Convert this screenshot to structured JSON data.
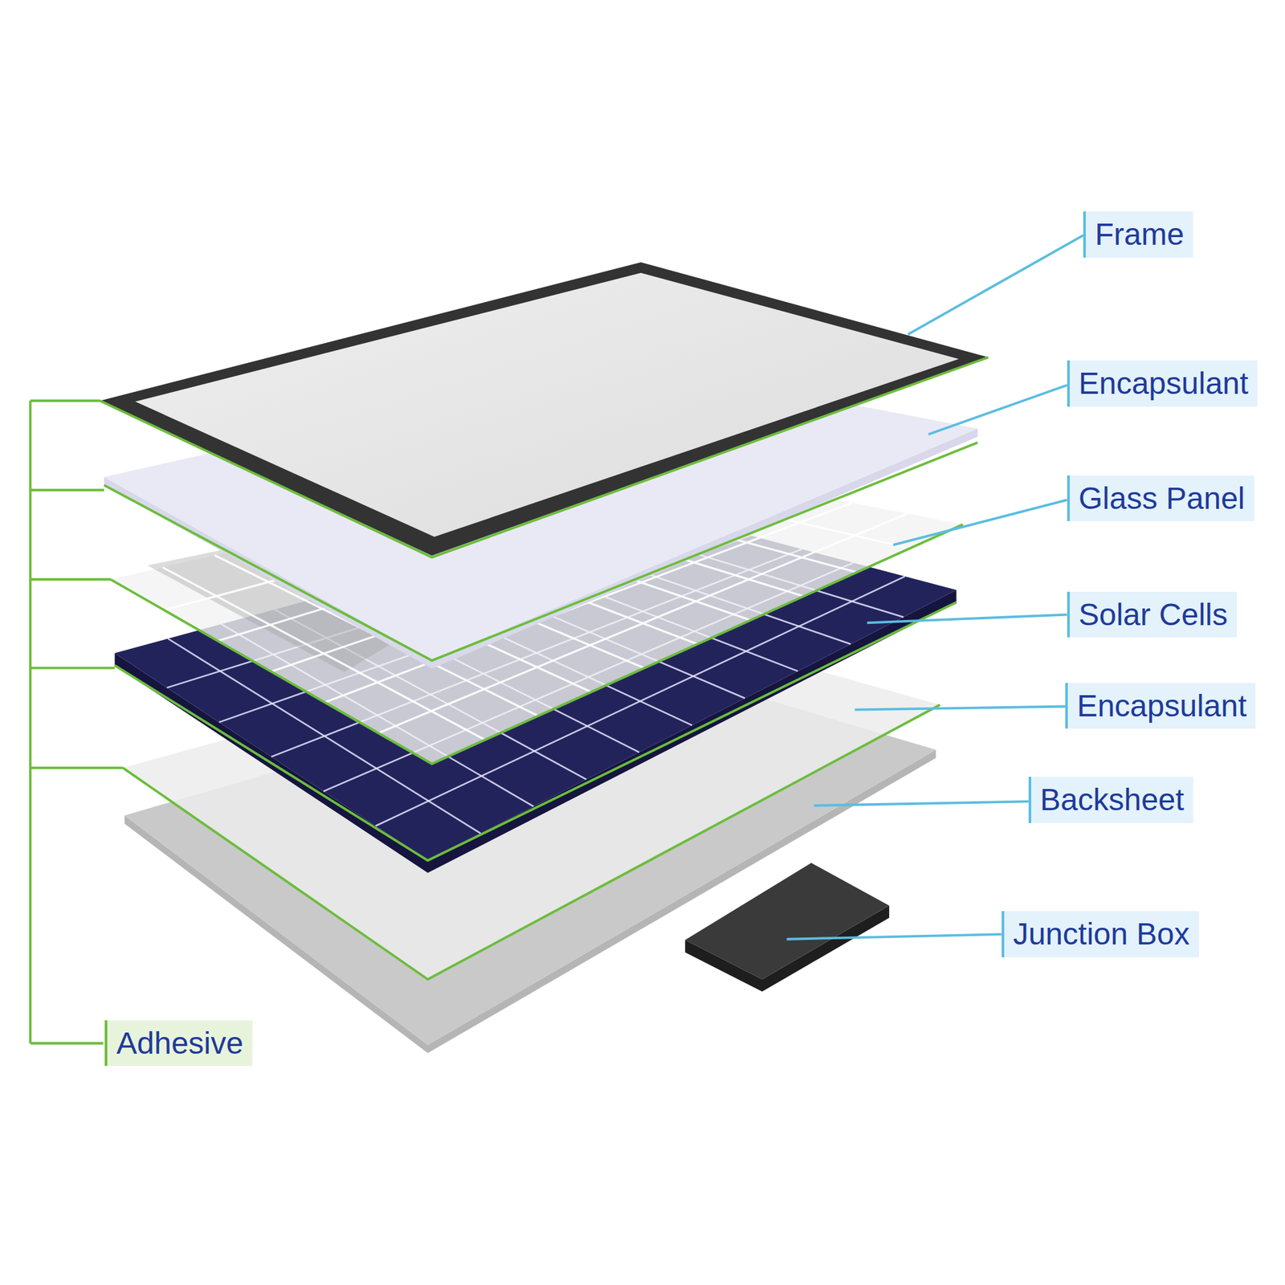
{
  "diagram": {
    "labels": [
      "Frame",
      "Encapsulant",
      "Glass Panel",
      "Solar Cells",
      "Encapsulant",
      "Backsheet",
      "Junction Box",
      "Adhesive"
    ]
  }
}
